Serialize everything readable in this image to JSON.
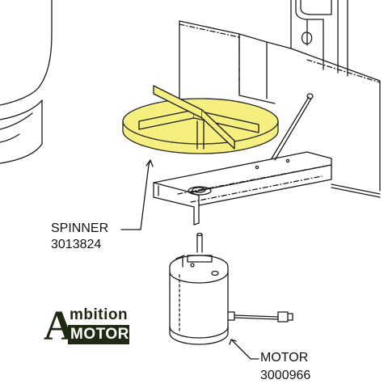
{
  "colors": {
    "line": "#1a1a1a",
    "spinner_fill": "#f4ef7e",
    "spinner_stroke": "#2a2a2a",
    "logo_text": "#1e2a14",
    "logo_bar": "#1e2a14",
    "logo_bar_text": "#ffffff"
  },
  "parts": [
    {
      "name": "SPINNER",
      "number": "3013824"
    },
    {
      "name": "MOTOR",
      "number": "3000966"
    }
  ],
  "logo": {
    "initial": "A",
    "top_word": "mbition",
    "bottom_word": "MOTOR"
  }
}
